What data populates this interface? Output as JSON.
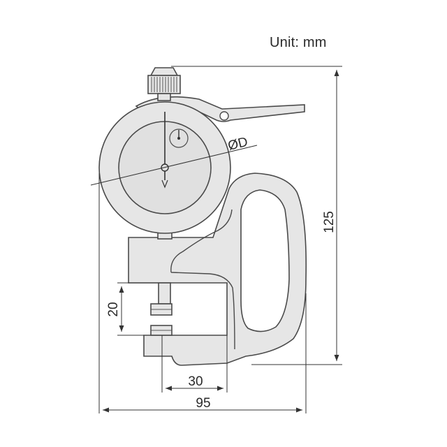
{
  "unit_label": "Unit: mm",
  "dimensions": {
    "height": "125",
    "width": "95",
    "throat_depth": "30",
    "measuring_range": "20",
    "dial_diameter": "ØD"
  },
  "colors": {
    "body_fill": "#e6e6e6",
    "outline": "#4a4a4a",
    "dimension_line": "#333333",
    "text": "#2a2a2a"
  }
}
